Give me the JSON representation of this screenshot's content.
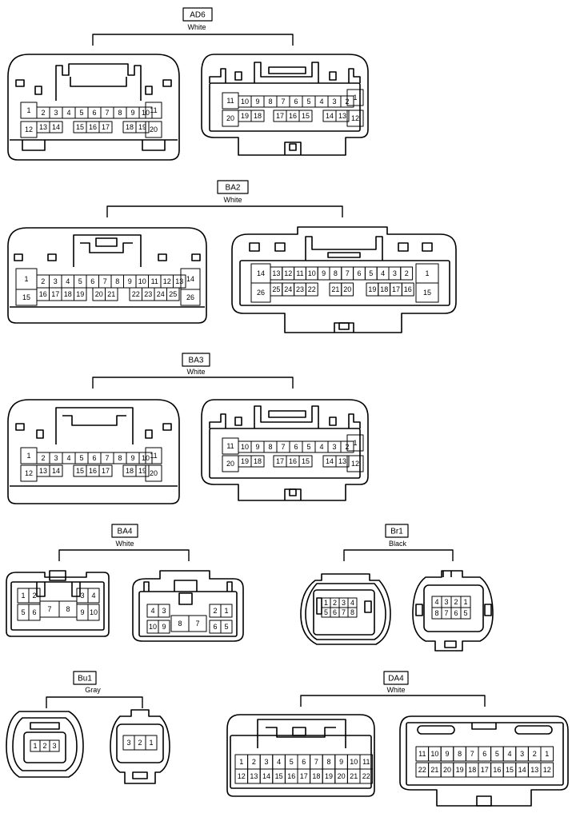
{
  "groups": [
    {
      "code": "AD6",
      "color": "White"
    },
    {
      "code": "BA2",
      "color": "White"
    },
    {
      "code": "BA3",
      "color": "White"
    },
    {
      "code": "BA4",
      "color": "White"
    },
    {
      "code": "Br1",
      "color": "Black"
    },
    {
      "code": "Bu1",
      "color": "Gray"
    },
    {
      "code": "DA4",
      "color": "White"
    }
  ],
  "pins": {
    "ad6_left": [
      [
        "1",
        "2",
        "3",
        "4",
        "5",
        "6",
        "7",
        "8",
        "9",
        "10",
        "11"
      ],
      [
        "12",
        "13",
        "14",
        "15",
        "16",
        "17",
        "18",
        "19",
        "20"
      ]
    ],
    "ad6_right": [
      [
        "11",
        "10",
        "9",
        "8",
        "7",
        "6",
        "5",
        "4",
        "3",
        "2",
        "1"
      ],
      [
        "20",
        "19",
        "18",
        "17",
        "16",
        "15",
        "14",
        "13",
        "12"
      ]
    ],
    "ba2_left": [
      [
        "1",
        "2",
        "3",
        "4",
        "5",
        "6",
        "7",
        "8",
        "9",
        "10",
        "11",
        "12",
        "13",
        "14"
      ],
      [
        "15",
        "16",
        "17",
        "18",
        "19",
        "20",
        "21",
        "22",
        "23",
        "24",
        "25",
        "26"
      ]
    ],
    "ba2_right": [
      [
        "14",
        "13",
        "12",
        "11",
        "10",
        "9",
        "8",
        "7",
        "6",
        "5",
        "4",
        "3",
        "2",
        "1"
      ],
      [
        "26",
        "25",
        "24",
        "23",
        "22",
        "21",
        "20",
        "19",
        "18",
        "17",
        "16",
        "15"
      ]
    ],
    "ba3_left": [
      [
        "1",
        "2",
        "3",
        "4",
        "5",
        "6",
        "7",
        "8",
        "9",
        "10",
        "11"
      ],
      [
        "12",
        "13",
        "14",
        "15",
        "16",
        "17",
        "18",
        "19",
        "20"
      ]
    ],
    "ba3_right": [
      [
        "11",
        "10",
        "9",
        "8",
        "7",
        "6",
        "5",
        "4",
        "3",
        "2",
        "1"
      ],
      [
        "20",
        "19",
        "18",
        "17",
        "16",
        "15",
        "14",
        "13",
        "12"
      ]
    ],
    "ba4_left": [
      [
        "1",
        "2",
        "3",
        "4"
      ],
      [
        "5",
        "6",
        "7",
        "8",
        "9",
        "10"
      ]
    ],
    "ba4_right": [
      [
        "4",
        "3",
        "2",
        "1"
      ],
      [
        "10",
        "9",
        "8",
        "7",
        "6",
        "5"
      ]
    ],
    "br1_left": [
      [
        "1",
        "2",
        "3",
        "4"
      ],
      [
        "5",
        "6",
        "7",
        "8"
      ]
    ],
    "br1_right": [
      [
        "4",
        "3",
        "2",
        "1"
      ],
      [
        "8",
        "7",
        "6",
        "5"
      ]
    ],
    "bu1_left": [
      [
        "1",
        "2",
        "3"
      ]
    ],
    "bu1_right": [
      [
        "3",
        "2",
        "1"
      ]
    ],
    "da4_left": [
      [
        "1",
        "2",
        "3",
        "4",
        "5",
        "6",
        "7",
        "8",
        "9",
        "10",
        "11"
      ],
      [
        "12",
        "13",
        "14",
        "15",
        "16",
        "17",
        "18",
        "19",
        "20",
        "21",
        "22"
      ]
    ],
    "da4_right": [
      [
        "11",
        "10",
        "9",
        "8",
        "7",
        "6",
        "5",
        "4",
        "3",
        "2",
        "1"
      ],
      [
        "22",
        "21",
        "20",
        "19",
        "18",
        "17",
        "16",
        "15",
        "14",
        "13",
        "12"
      ]
    ]
  }
}
